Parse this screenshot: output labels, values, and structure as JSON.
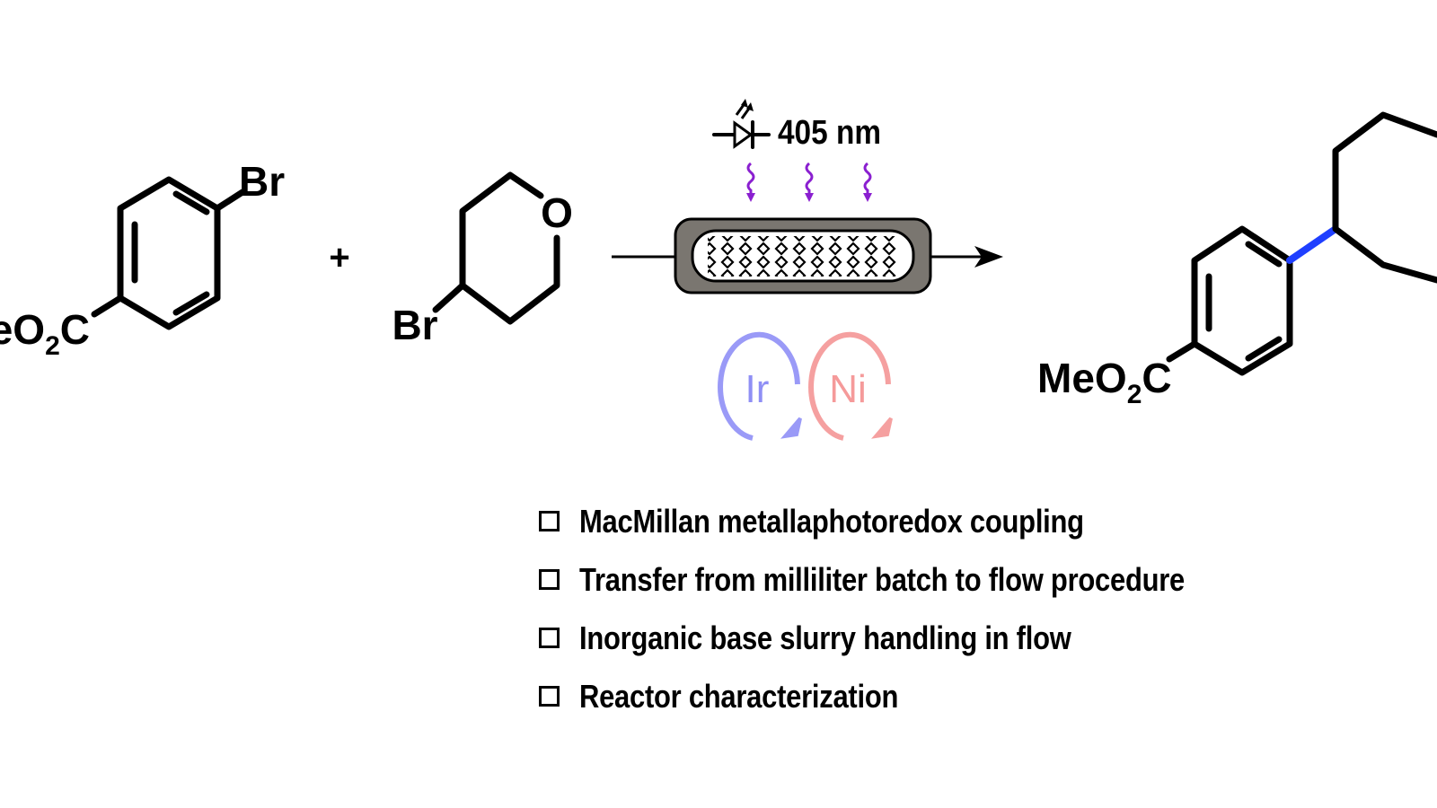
{
  "reactant1": {
    "substituent_top": "Br",
    "ester_label": {
      "main": "MeO",
      "sub": "2",
      "tail": "C"
    }
  },
  "plus_sign": "+",
  "reactant2": {
    "ring_heteroatom": "O",
    "substituent": "Br"
  },
  "reaction_conditions": {
    "light_wavelength": "405 nm",
    "catalyst_1": {
      "label": "Ir",
      "color": "#8f8ff5"
    },
    "catalyst_2": {
      "label": "Ni",
      "color": "#f59a9a"
    },
    "light_arrow_color": "#8a1fd0",
    "reactor_fill": "#7a7670"
  },
  "product": {
    "ester_label": {
      "main": "MeO",
      "sub": "2",
      "tail": "C"
    },
    "new_bond_color": "#1f3fff"
  },
  "bullet_points": [
    "MacMillan metallaphotoredox coupling",
    "Transfer from milliliter batch to flow procedure",
    "Inorganic base slurry handling in flow",
    "Reactor characterization"
  ]
}
